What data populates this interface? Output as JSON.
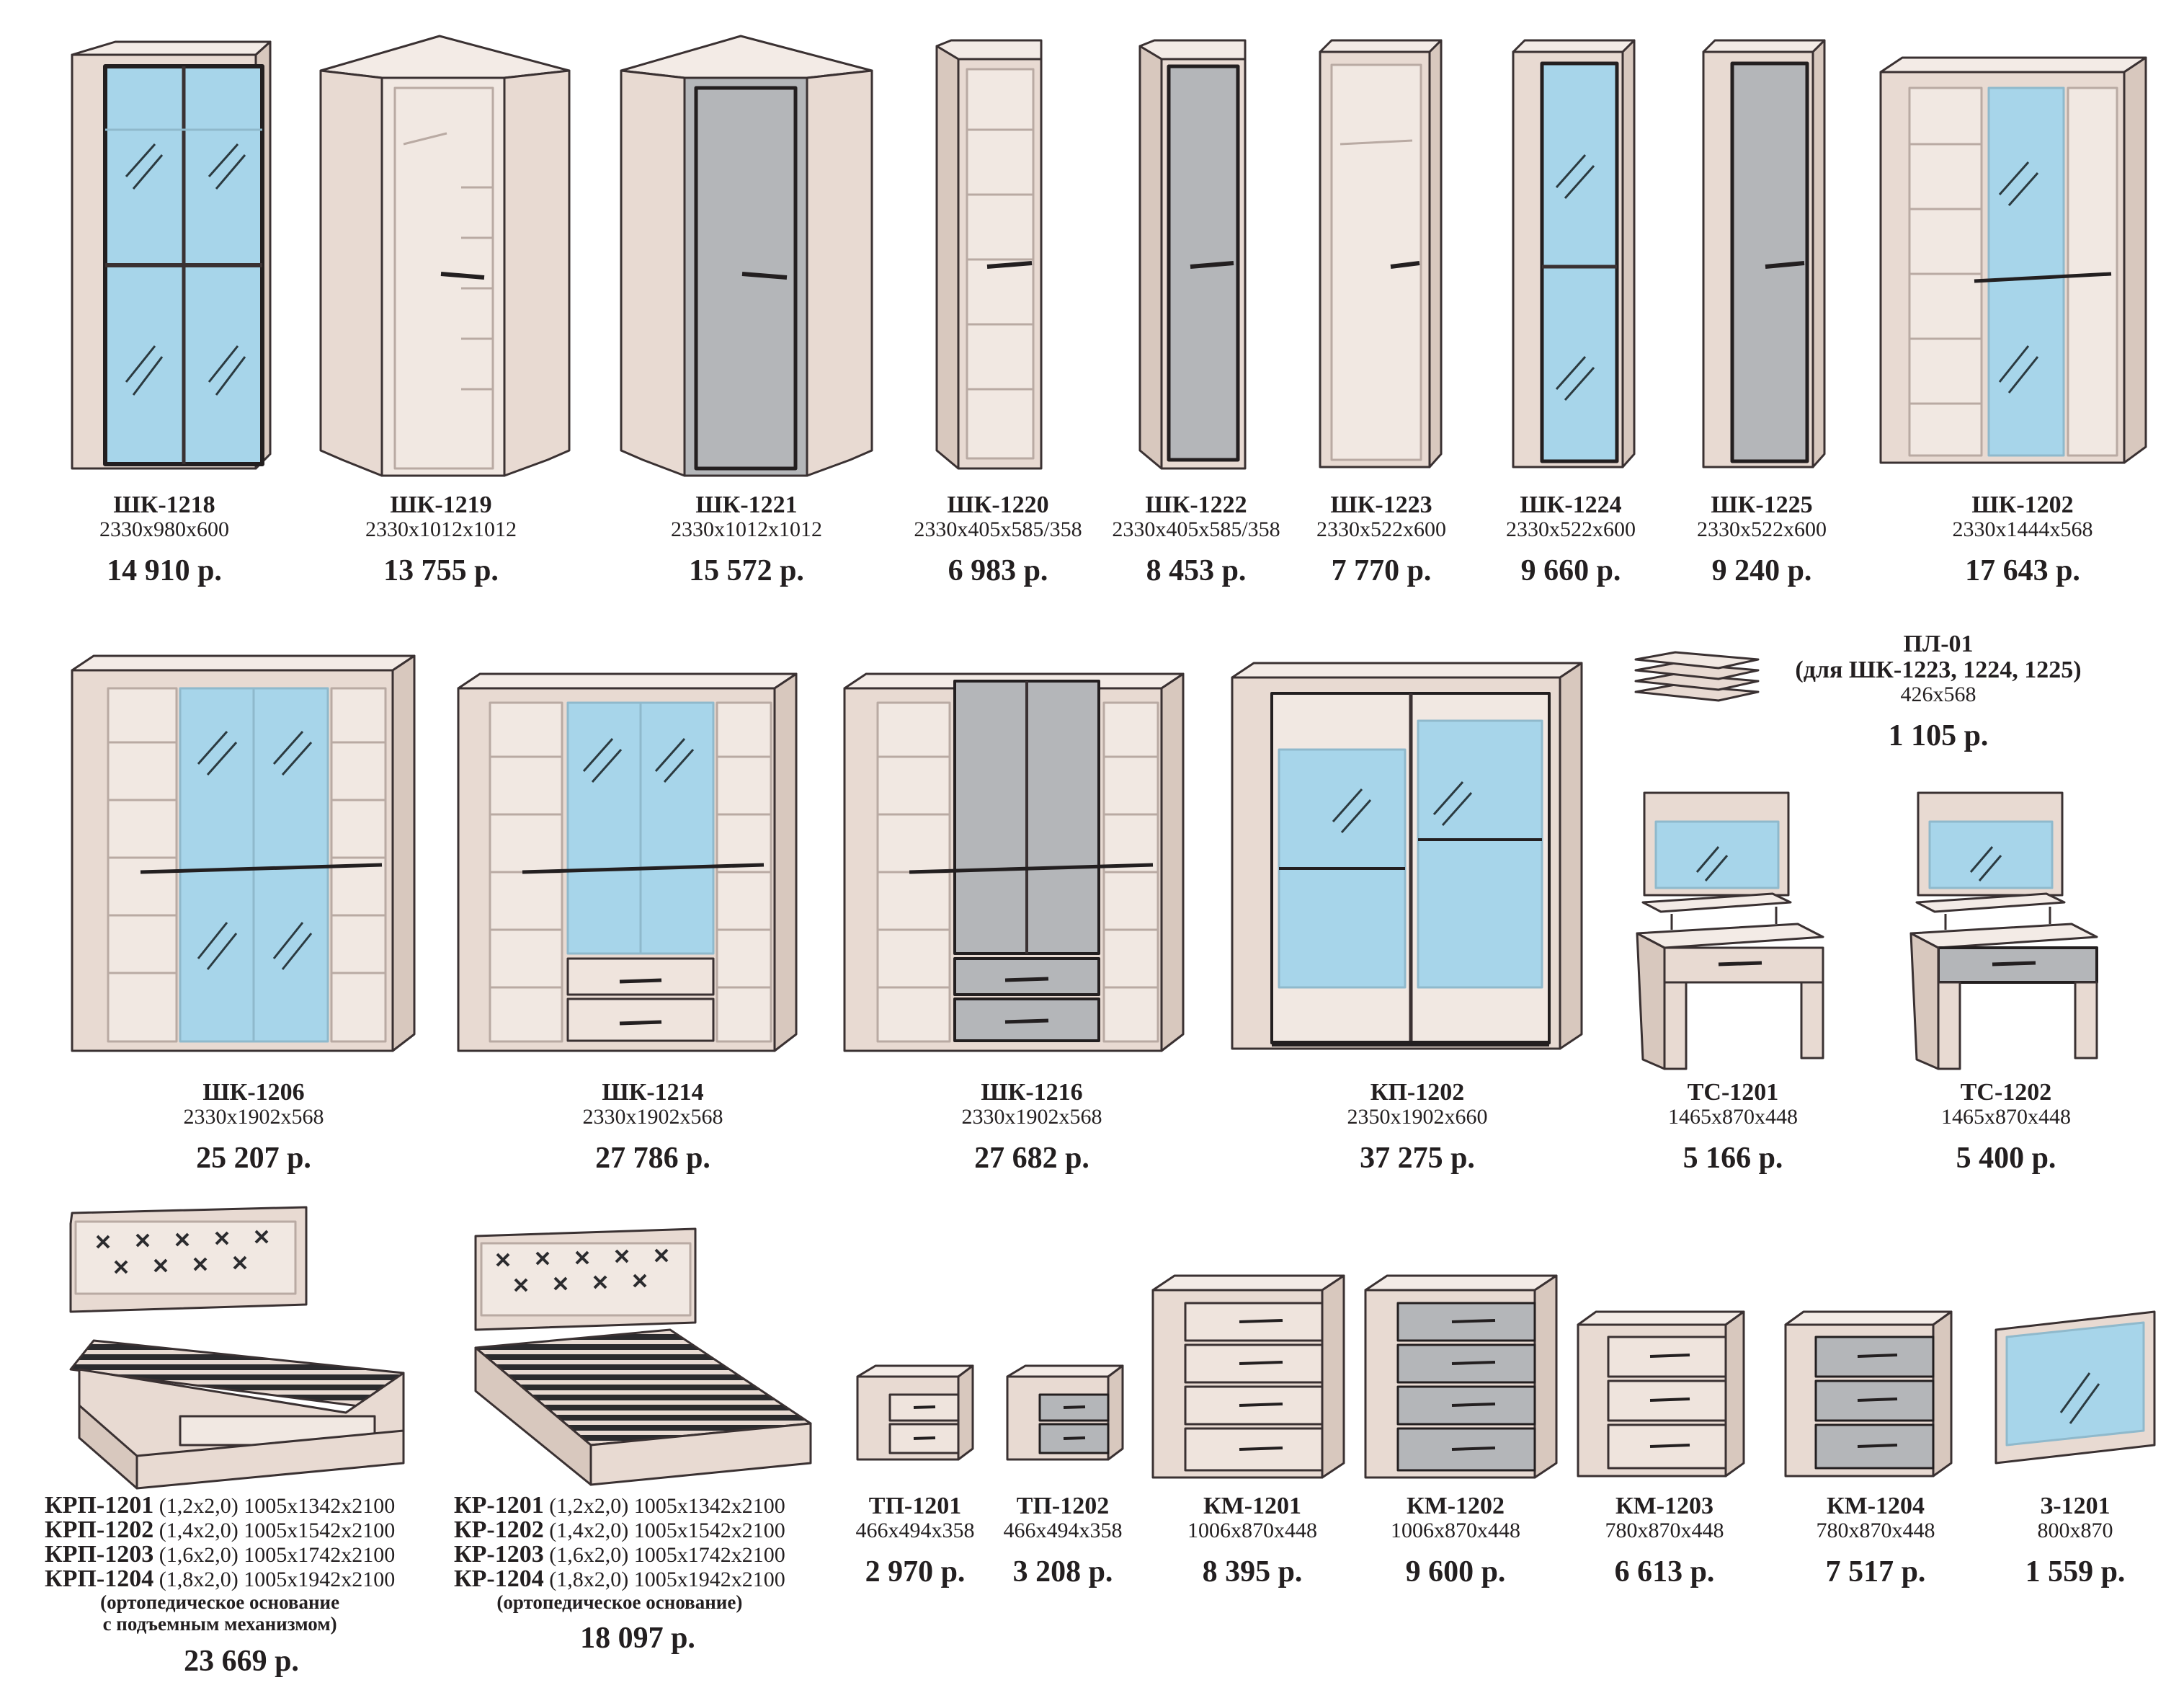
{
  "colors": {
    "body": "#e8dad2",
    "shelf": "#f1e8e2",
    "glass": "#a7d5ea",
    "gray": "#b4b6b9",
    "outline": "#3a3132",
    "dark": "#2b2b2e"
  },
  "row1": [
    {
      "name": "ШК-1218",
      "dims": "2330x980x600",
      "price": "14 910 р."
    },
    {
      "name": "ШК-1219",
      "dims": "2330x1012x1012",
      "price": "13 755 р."
    },
    {
      "name": "ШК-1221",
      "dims": "2330x1012x1012",
      "price": "15 572 р."
    },
    {
      "name": "ШК-1220",
      "dims": "2330x405x585/358",
      "price": "6 983 р."
    },
    {
      "name": "ШК-1222",
      "dims": "2330x405x585/358",
      "price": "8 453 р."
    },
    {
      "name": "ШК-1223",
      "dims": "2330x522x600",
      "price": "7 770 р."
    },
    {
      "name": "ШК-1224",
      "dims": "2330x522x600",
      "price": "9 660 р."
    },
    {
      "name": "ШК-1225",
      "dims": "2330x522x600",
      "price": "9 240 р."
    },
    {
      "name": "ШК-1202",
      "dims": "2330x1444x568",
      "price": "17 643 р."
    }
  ],
  "shelves": {
    "name": "ПЛ-01",
    "note": "(для ШК-1223, 1224, 1225)",
    "dims": "426x568",
    "price": "1 105 р."
  },
  "row2": [
    {
      "name": "ШК-1206",
      "dims": "2330x1902x568",
      "price": "25 207 р."
    },
    {
      "name": "ШК-1214",
      "dims": "2330x1902x568",
      "price": "27 786 р."
    },
    {
      "name": "ШК-1216",
      "dims": "2330x1902x568",
      "price": "27 682 р."
    },
    {
      "name": "КП-1202",
      "dims": "2350x1902x660",
      "price": "37 275 р."
    },
    {
      "name": "ТС-1201",
      "dims": "1465x870x448",
      "price": "5 166 р."
    },
    {
      "name": "ТС-1202",
      "dims": "1465x870x448",
      "price": "5 400 р."
    }
  ],
  "beds_lift": {
    "lines": [
      {
        "name": "КРП-1201",
        "size": "(1,2x2,0)",
        "dims": "1005x1342x2100"
      },
      {
        "name": "КРП-1202",
        "size": "(1,4x2,0)",
        "dims": "1005x1542x2100"
      },
      {
        "name": "КРП-1203",
        "size": "(1,6x2,0)",
        "dims": "1005x1742x2100"
      },
      {
        "name": "КРП-1204",
        "size": "(1,8x2,0)",
        "dims": "1005x1942x2100"
      }
    ],
    "note1": "(ортопедическое основание",
    "note2": "с подъемным механизмом)",
    "price": "23 669 р."
  },
  "beds": {
    "lines": [
      {
        "name": "КР-1201",
        "size": "(1,2x2,0)",
        "dims": "1005x1342x2100"
      },
      {
        "name": "КР-1202",
        "size": "(1,4x2,0)",
        "dims": "1005x1542x2100"
      },
      {
        "name": "КР-1203",
        "size": "(1,6x2,0)",
        "dims": "1005x1742x2100"
      },
      {
        "name": "КР-1204",
        "size": "(1,8x2,0)",
        "dims": "1005x1942x2100"
      }
    ],
    "note1": "(ортопедическое основание)",
    "price": "18 097 р."
  },
  "row3": [
    {
      "name": "ТП-1201",
      "dims": "466x494x358",
      "price": "2 970 р."
    },
    {
      "name": "ТП-1202",
      "dims": "466x494x358",
      "price": "3 208 р."
    },
    {
      "name": "КМ-1201",
      "dims": "1006x870x448",
      "price": "8 395 р."
    },
    {
      "name": "КМ-1202",
      "dims": "1006x870x448",
      "price": "9 600 р."
    },
    {
      "name": "КМ-1203",
      "dims": "780x870x448",
      "price": "6 613 р."
    },
    {
      "name": "КМ-1204",
      "dims": "780x870x448",
      "price": "7 517 р."
    },
    {
      "name": "З-1201",
      "dims": "800x870",
      "price": "1 559 р."
    }
  ]
}
